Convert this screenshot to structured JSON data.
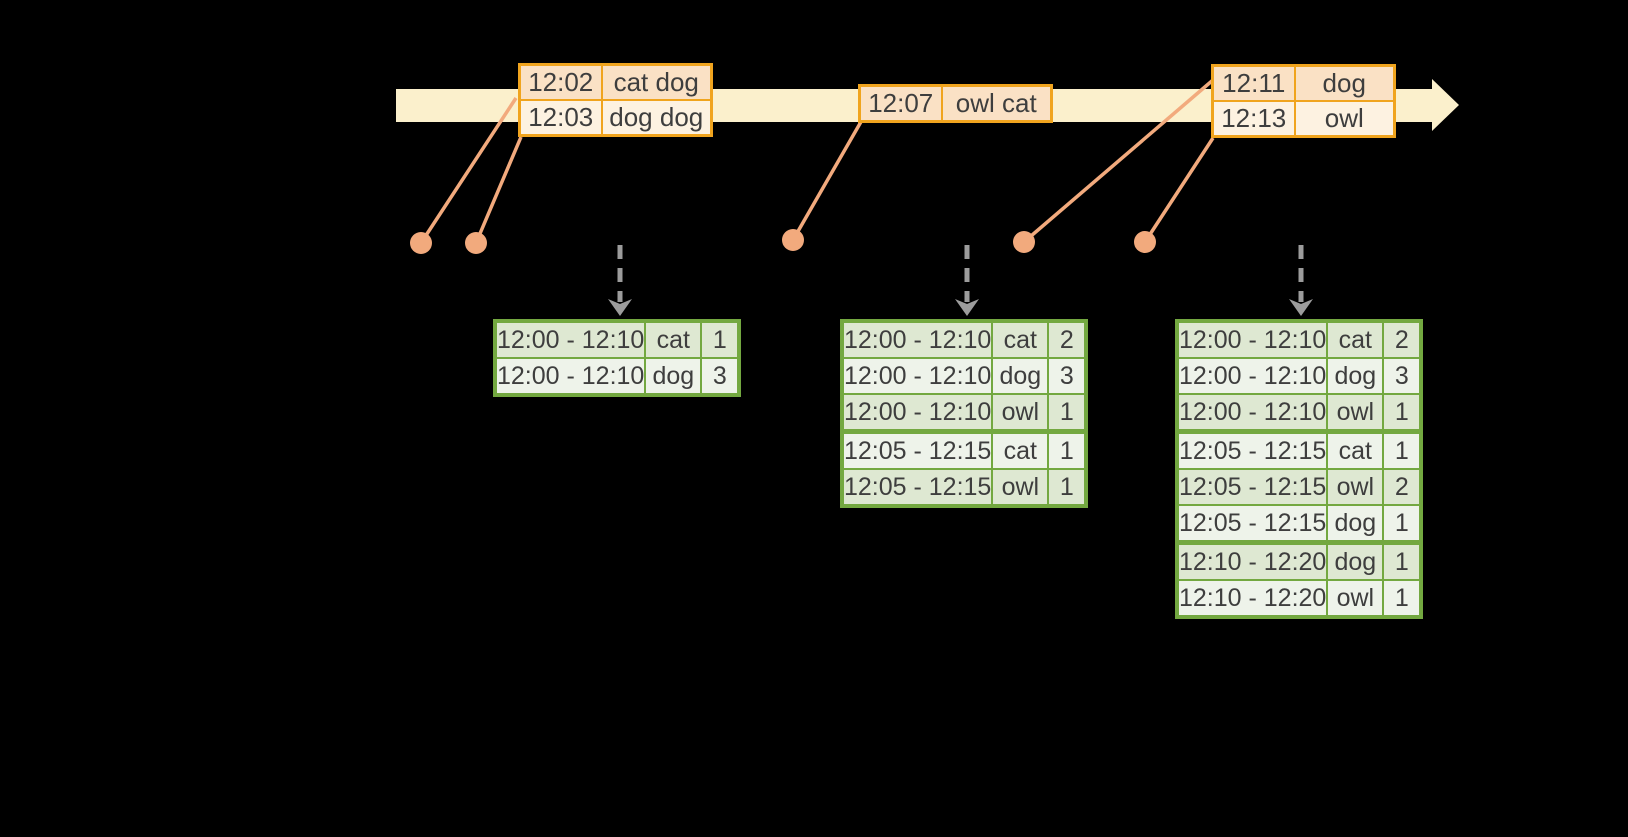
{
  "colors": {
    "background": "#000000",
    "timeline_band": "#FBF0CC",
    "event_border": "#F0A41E",
    "event_row_peach": "#FAE1C5",
    "event_row_cream": "#FDF2E1",
    "connector_salmon": "#F2AA7D",
    "result_border": "#73A840",
    "result_row_dark": "#DEE8D2",
    "result_row_light": "#EEF3EA",
    "trigger_arrow_gray": "#9C9C9C",
    "text": "#3E3E3E"
  },
  "event_tables": [
    {
      "name": "input-events-1",
      "rows": [
        {
          "time": "12:02",
          "words": "cat dog"
        },
        {
          "time": "12:03",
          "words": "dog dog"
        }
      ]
    },
    {
      "name": "input-events-2",
      "rows": [
        {
          "time": "12:07",
          "words": "owl cat"
        }
      ]
    },
    {
      "name": "input-events-3",
      "rows": [
        {
          "time": "12:11",
          "words": "dog"
        },
        {
          "time": "12:13",
          "words": "owl"
        }
      ]
    }
  ],
  "result_tables": [
    {
      "name": "result-table-1",
      "group_breaks": [],
      "rows": [
        {
          "window": "12:00 - 12:10",
          "word": "cat",
          "count": "1"
        },
        {
          "window": "12:00 - 12:10",
          "word": "dog",
          "count": "3"
        }
      ]
    },
    {
      "name": "result-table-2",
      "group_breaks": [
        3
      ],
      "rows": [
        {
          "window": "12:00 - 12:10",
          "word": "cat",
          "count": "2"
        },
        {
          "window": "12:00 - 12:10",
          "word": "dog",
          "count": "3"
        },
        {
          "window": "12:00 - 12:10",
          "word": "owl",
          "count": "1"
        },
        {
          "window": "12:05 - 12:15",
          "word": "cat",
          "count": "1"
        },
        {
          "window": "12:05 - 12:15",
          "word": "owl",
          "count": "1"
        }
      ]
    },
    {
      "name": "result-table-3",
      "group_breaks": [
        3,
        6
      ],
      "rows": [
        {
          "window": "12:00 - 12:10",
          "word": "cat",
          "count": "2"
        },
        {
          "window": "12:00 - 12:10",
          "word": "dog",
          "count": "3"
        },
        {
          "window": "12:00 - 12:10",
          "word": "owl",
          "count": "1"
        },
        {
          "window": "12:05 - 12:15",
          "word": "cat",
          "count": "1"
        },
        {
          "window": "12:05 - 12:15",
          "word": "owl",
          "count": "2"
        },
        {
          "window": "12:05 - 12:15",
          "word": "dog",
          "count": "1"
        },
        {
          "window": "12:10 - 12:20",
          "word": "dog",
          "count": "1"
        },
        {
          "window": "12:10 - 12:20",
          "word": "owl",
          "count": "1"
        }
      ]
    }
  ]
}
